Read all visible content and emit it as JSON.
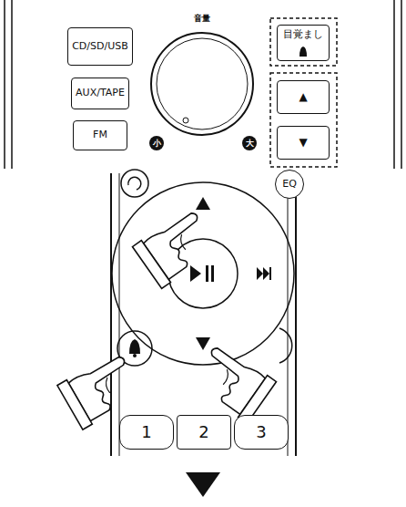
{
  "diagram": {
    "nodes": [
      {
        "text": [
          "CD/SD/USB"
        ]
      },
      {
        "text": [
          "AUX/TAPE"
        ]
      },
      {
        "text": [
          "FM"
        ]
      },
      {
        "text": [
          "目覚まし"
        ]
      },
      {
        "text": [
          "▲"
        ]
      },
      {
        "text": [
          "▼"
        ]
      },
      {
        "text": [
          "EQ"
        ]
      },
      {
        "text": [
          "1"
        ]
      },
      {
        "text": [
          "2"
        ]
      },
      {
        "text": [
          "3"
        ]
      }
    ],
    "labels": [
      "音量",
      "小",
      "大"
    ]
  }
}
